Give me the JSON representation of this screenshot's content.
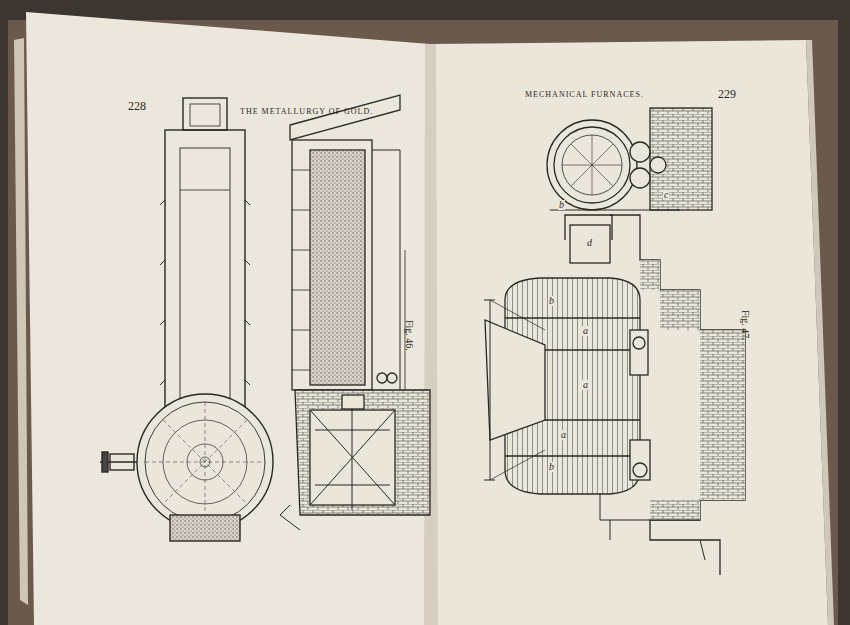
{
  "diagram": {
    "labels": [
      "228",
      "THE METALLURGY OF GOLD.",
      "MECHANICAL FURNACES.",
      "229",
      "Fig. 46.",
      "Fig. 47.",
      "b",
      "c",
      "d",
      "b",
      "a",
      "a",
      "a",
      "b"
    ]
  }
}
